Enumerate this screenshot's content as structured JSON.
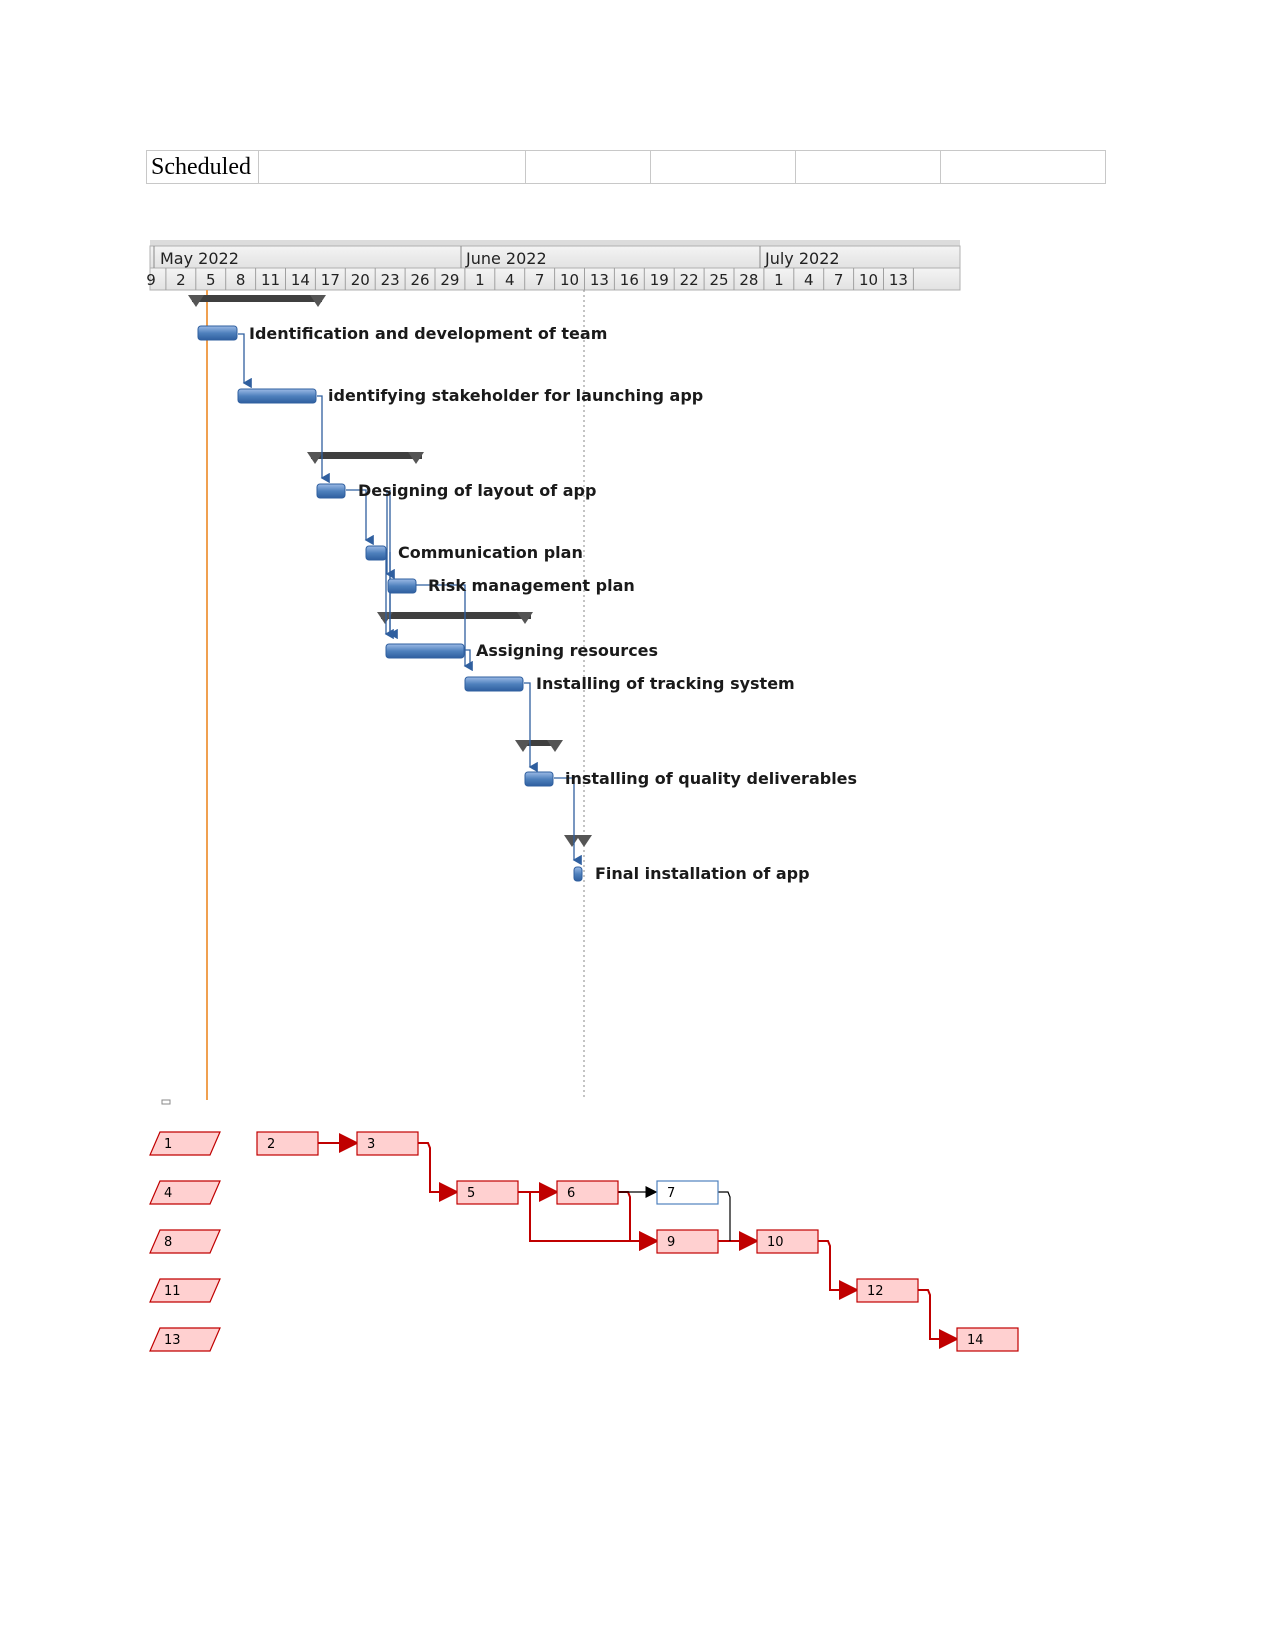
{
  "schedule_table": {
    "label": "Scheduled",
    "cells": [
      "",
      "",
      "",
      "",
      ""
    ]
  },
  "gantt": {
    "months": [
      "May 2022",
      "June 2022",
      "July 2022"
    ],
    "days": [
      "9",
      "2",
      "5",
      "8",
      "11",
      "14",
      "17",
      "20",
      "23",
      "26",
      "29",
      "1",
      "4",
      "7",
      "10",
      "13",
      "16",
      "19",
      "22",
      "25",
      "28",
      "1",
      "4",
      "7",
      "10",
      "13"
    ],
    "tasks": [
      "Identification and development of team",
      "identifying stakeholder for launching app",
      "Designing of layout of app",
      "Communication plan",
      "Risk management plan",
      "Assigning resources",
      "Installing of tracking system",
      "installing of quality deliverables",
      "Final installation of app"
    ],
    "colors": {
      "task_bar": "#4f81bd",
      "summary_bar": "#3f3f3f",
      "today_line": "#f0a050",
      "link": "#2f5f9f"
    }
  },
  "network": {
    "summary_nodes": [
      "1",
      "4",
      "8",
      "11",
      "13"
    ],
    "task_nodes": [
      "2",
      "3",
      "5",
      "6",
      "7",
      "9",
      "10",
      "12",
      "14"
    ],
    "colors": {
      "critical": "#c00000",
      "critical_fill": "#ffd0d0",
      "normal": "#4f81bd"
    }
  }
}
